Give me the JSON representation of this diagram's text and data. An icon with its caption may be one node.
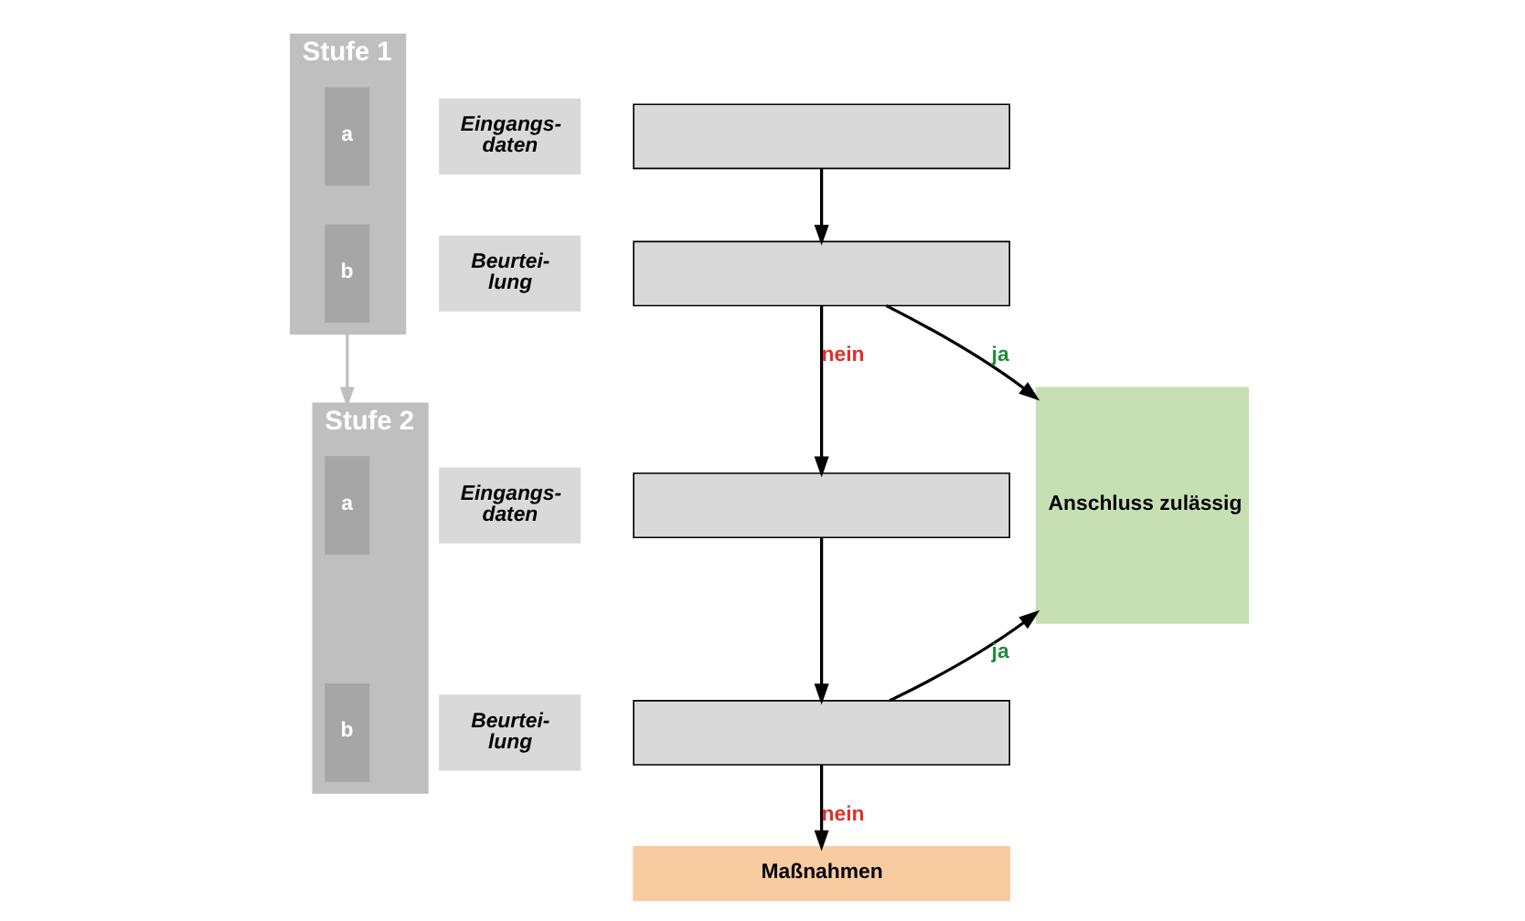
{
  "diagram": {
    "nodes": [
      {
        "text": [
          "Stufe 1"
        ]
      },
      {
        "text": [
          "a"
        ],
        "in": 0
      },
      {
        "text": [
          "Eingangs- daten"
        ]
      },
      {
        "text": [
          "b"
        ],
        "in": 0
      },
      {
        "text": [
          "Beurtei- lung"
        ]
      },
      {
        "text": [
          "Stufe 2"
        ]
      },
      {
        "text": [
          "a"
        ],
        "in": 5
      },
      {
        "text": [
          "Eingangs- daten"
        ]
      },
      {
        "text": [
          "b"
        ],
        "in": 5
      },
      {
        "text": [
          "Beurtei- lung"
        ]
      },
      {
        "text": [],
        "shape": "box"
      },
      {
        "text": [],
        "shape": "box"
      },
      {
        "text": [],
        "shape": "box"
      },
      {
        "text": [],
        "shape": "box"
      },
      {
        "text": [
          "Anschluss zulässig"
        ]
      },
      {
        "text": [
          "Maßnahmen"
        ]
      }
    ],
    "edges": [
      {
        "from": 0,
        "to": 5,
        "arrow": "to",
        "color": "#bfbfbf"
      },
      {
        "from": 10,
        "to": 11,
        "arrow": "to"
      },
      {
        "from": 11,
        "to": 14,
        "arrow": "to",
        "label": "ja"
      },
      {
        "from": 11,
        "to": 12,
        "arrow": "to",
        "label": "nein"
      },
      {
        "from": 12,
        "to": 13,
        "arrow": "to"
      },
      {
        "from": 13,
        "to": 14,
        "arrow": "to",
        "label": "ja"
      },
      {
        "from": 13,
        "to": 15,
        "arrow": "to",
        "label": "nein"
      }
    ]
  }
}
